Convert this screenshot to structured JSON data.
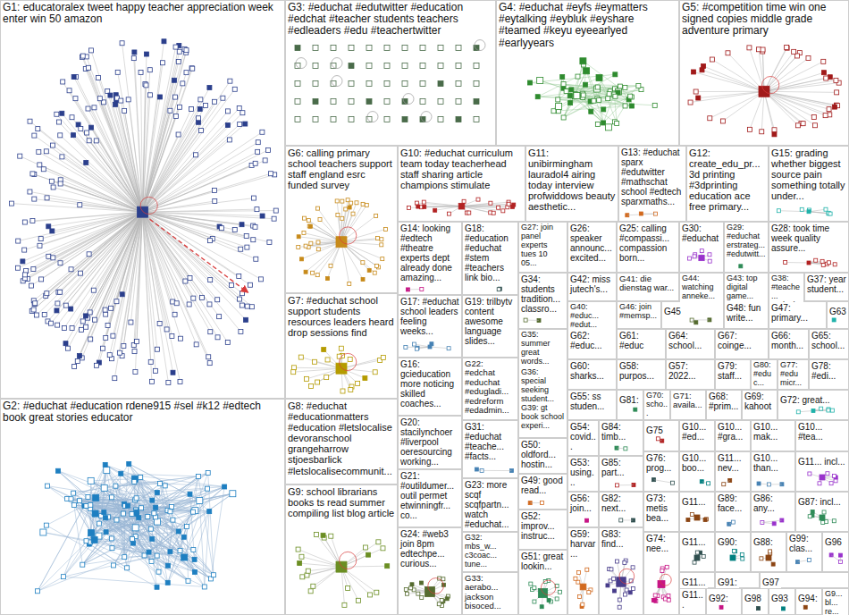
{
  "diagram": {
    "nodes": [
      {
        "text": [
          "G1: educatoralex tweet happy teacher appreciation week enter win 50 amazon"
        ]
      },
      {
        "text": [
          "G3: #educhat #edutwitter #education #edchat #teacher students teachers #edleaders #edu #teachertwitter"
        ]
      },
      {
        "text": [
          "G4: #educhat #eyfs #eymatters #eytalking #eybluk #eyshare #teamed #keyu eyeearlyed #earlyyears"
        ]
      },
      {
        "text": [
          "G5: #competition time win one signed copies middle grade adventure primary"
        ]
      },
      {
        "text": [
          "G6: calling primary school teachers support staff england esrc funded survey"
        ]
      },
      {
        "text": [
          "G10: #educhat curriculum team today teacherhead staff sharing article champions stimulate"
        ]
      },
      {
        "text": [
          "G11: unibirmingham lauradol4 airing today interview profwiddows beauty aesthetic..."
        ]
      },
      {
        "text": [
          "G13: #educhat sparx #edutwitter #mathschat school #edtech sparxmaths..."
        ]
      },
      {
        "text": [
          "G12: create_edu_pr... 3d printing #3dprinting education ace free primary..."
        ]
      },
      {
        "text": [
          "G15: grading whether biggest source pain something totally under..."
        ]
      },
      {
        "text": [
          "G14: looking #edtech #theatre experts dept already done amazing..."
        ]
      },
      {
        "text": [
          "G18: #education #educhat #stem #teachers link bio..."
        ]
      },
      {
        "text": [
          "G27: join panel experts tues 10 05..."
        ]
      },
      {
        "text": [
          "G26: speaker announc... excited..."
        ]
      },
      {
        "text": [
          "G25: calling #compassi... compassion born..."
        ]
      },
      {
        "text": [
          "G30: #educhat"
        ]
      },
      {
        "text": [
          "G29: #educhat erstrateg... #edutwitt..."
        ]
      },
      {
        "text": [
          "G28: took time week quality assure..."
        ]
      },
      {
        "text": [
          "G34: students tradition... classro..."
        ]
      },
      {
        "text": [
          "G42: miss jutech's..."
        ]
      },
      {
        "text": [
          "G41: die dienstag war..."
        ]
      },
      {
        "text": [
          "G44: watching anneke..."
        ]
      },
      {
        "text": [
          "G43: top digital game..."
        ]
      },
      {
        "text": [
          "G38: #teache... #educh..."
        ]
      },
      {
        "text": [
          "G37: year student..."
        ]
      },
      {
        "text": [
          "G7: #educhat school support students resources leaders heard drop sessions find"
        ]
      },
      {
        "text": [
          "G17: #educhat school leaders feeling weeks..."
        ]
      },
      {
        "text": [
          "G19: trilbytv content awesome language slides..."
        ]
      },
      {
        "text": [
          "G40: #educ... #edut..."
        ]
      },
      {
        "text": [
          "G46: join #memsp..."
        ]
      },
      {
        "text": [
          "G45"
        ]
      },
      {
        "text": [
          "G48: fun write..."
        ]
      },
      {
        "text": [
          "G47: primary..."
        ]
      },
      {
        "text": [
          "G63"
        ]
      },
      {
        "text": [
          "G35: summer great words..."
        ]
      },
      {
        "text": [
          "G62: #educ..."
        ]
      },
      {
        "text": [
          "G61: #educ"
        ]
      },
      {
        "text": [
          "G64: school..."
        ]
      },
      {
        "text": [
          "G67: coinge..."
        ]
      },
      {
        "text": [
          "G66: month..."
        ]
      },
      {
        "text": [
          "G65: school..."
        ]
      },
      {
        "text": [
          "G16: gcieducation more noticing skilled coaches..."
        ]
      },
      {
        "text": [
          "G22: #edchat #educhat #edugladi... #edreform #edadmin..."
        ]
      },
      {
        "text": [
          "G60: sharks..."
        ]
      },
      {
        "text": [
          "G58: purpos..."
        ]
      },
      {
        "text": [
          "G57: 2022..."
        ]
      },
      {
        "text": [
          "G79: staff..."
        ]
      },
      {
        "text": [
          "G80: #educ..."
        ]
      },
      {
        "text": [
          "G77: #edu micr..."
        ]
      },
      {
        "text": [
          "G78: #edi..."
        ]
      },
      {
        "text": [
          "G36: special seeking student..."
        ]
      },
      {
        "text": [
          "G55: ss studen..."
        ]
      },
      {
        "text": [
          "G81:"
        ]
      },
      {
        "text": [
          "G70: scho..."
        ]
      },
      {
        "text": [
          "G71: availa..."
        ]
      },
      {
        "text": [
          "G68: #prim..."
        ]
      },
      {
        "text": [
          "G69: kahoot"
        ]
      },
      {
        "text": [
          "G72: great..."
        ]
      },
      {
        "text": [
          "G8: #educhat #educationmatters #education #letslocalise devoranschool grangeharrow stjoesbarlick #letslocalisecommunit..."
        ]
      },
      {
        "text": [
          "G2: #educhat #education rdene915 #sel #k12 #edtech book great stories educator"
        ]
      },
      {
        "text": [
          "G39: gt book school experi..."
        ]
      },
      {
        "text": [
          "G20: stacilynchoer #liverpool oeresourcing working..."
        ]
      },
      {
        "text": [
          "G31: #educhat #teache... #facts..."
        ]
      },
      {
        "text": [
          "G54: covid..."
        ]
      },
      {
        "text": [
          "G84: timb..."
        ]
      },
      {
        "text": [
          "G75"
        ]
      },
      {
        "text": [
          "G10... #ed..."
        ]
      },
      {
        "text": [
          "G10... #gra..."
        ]
      },
      {
        "text": [
          "G10... mak..."
        ]
      },
      {
        "text": [
          "G10... #tea..."
        ]
      },
      {
        "text": [
          "G50: oldford... hostin..."
        ]
      },
      {
        "text": [
          "G76: prog..."
        ]
      },
      {
        "text": [
          "G10... boo..."
        ]
      },
      {
        "text": [
          "G11... nev..."
        ]
      },
      {
        "text": [
          "G10... than..."
        ]
      },
      {
        "text": [
          "G11... incl..."
        ]
      },
      {
        "text": [
          "G53: using..."
        ]
      },
      {
        "text": [
          "G85: part..."
        ]
      },
      {
        "text": [
          "G21: #outildumer... outil permet etwinningfr... co..."
        ]
      },
      {
        "text": [
          "G49: good read..."
        ]
      },
      {
        "text": [
          "G23: more scqf scqfpartn... watch #educhat..."
        ]
      },
      {
        "text": [
          "G9: school librarians books ts read summer compiling list blog article"
        ]
      },
      {
        "text": [
          "G56: join..."
        ]
      },
      {
        "text": [
          "G82: next..."
        ]
      },
      {
        "text": [
          "G73: metis bea..."
        ]
      },
      {
        "text": [
          "G11..."
        ]
      },
      {
        "text": [
          "G89: face..."
        ]
      },
      {
        "text": [
          "G86: any..."
        ]
      },
      {
        "text": [
          "G87: incl..."
        ]
      },
      {
        "text": [
          "G52: improv... instruc..."
        ]
      },
      {
        "text": [
          "G24: #web3 join 8pm edtechpe... curious..."
        ]
      },
      {
        "text": [
          "G59: harvar..."
        ]
      },
      {
        "text": [
          "G83: find..."
        ]
      },
      {
        "text": [
          "G32: mbs_w... c3coac... tune..."
        ]
      },
      {
        "text": [
          "G74: nee..."
        ]
      },
      {
        "text": [
          "G11..."
        ]
      },
      {
        "text": [
          "G90:"
        ]
      },
      {
        "text": [
          "G88:"
        ]
      },
      {
        "text": [
          "G99: clas..."
        ]
      },
      {
        "text": [
          "G96"
        ]
      },
      {
        "text": [
          "G51: great lookin..."
        ]
      },
      {
        "text": [
          "G33: aerabo... jackson bisoced..."
        ]
      },
      {
        "text": [
          "G11..."
        ]
      },
      {
        "text": [
          "G91:"
        ]
      },
      {
        "text": [
          "G97"
        ]
      },
      {
        "text": [
          "G11..."
        ]
      },
      {
        "text": [
          "G92:"
        ]
      },
      {
        "text": [
          "G98"
        ]
      },
      {
        "text": [
          "G93"
        ]
      },
      {
        "text": [
          "G94:"
        ]
      },
      {
        "text": [
          "G9... bl... re..."
        ]
      }
    ]
  }
}
